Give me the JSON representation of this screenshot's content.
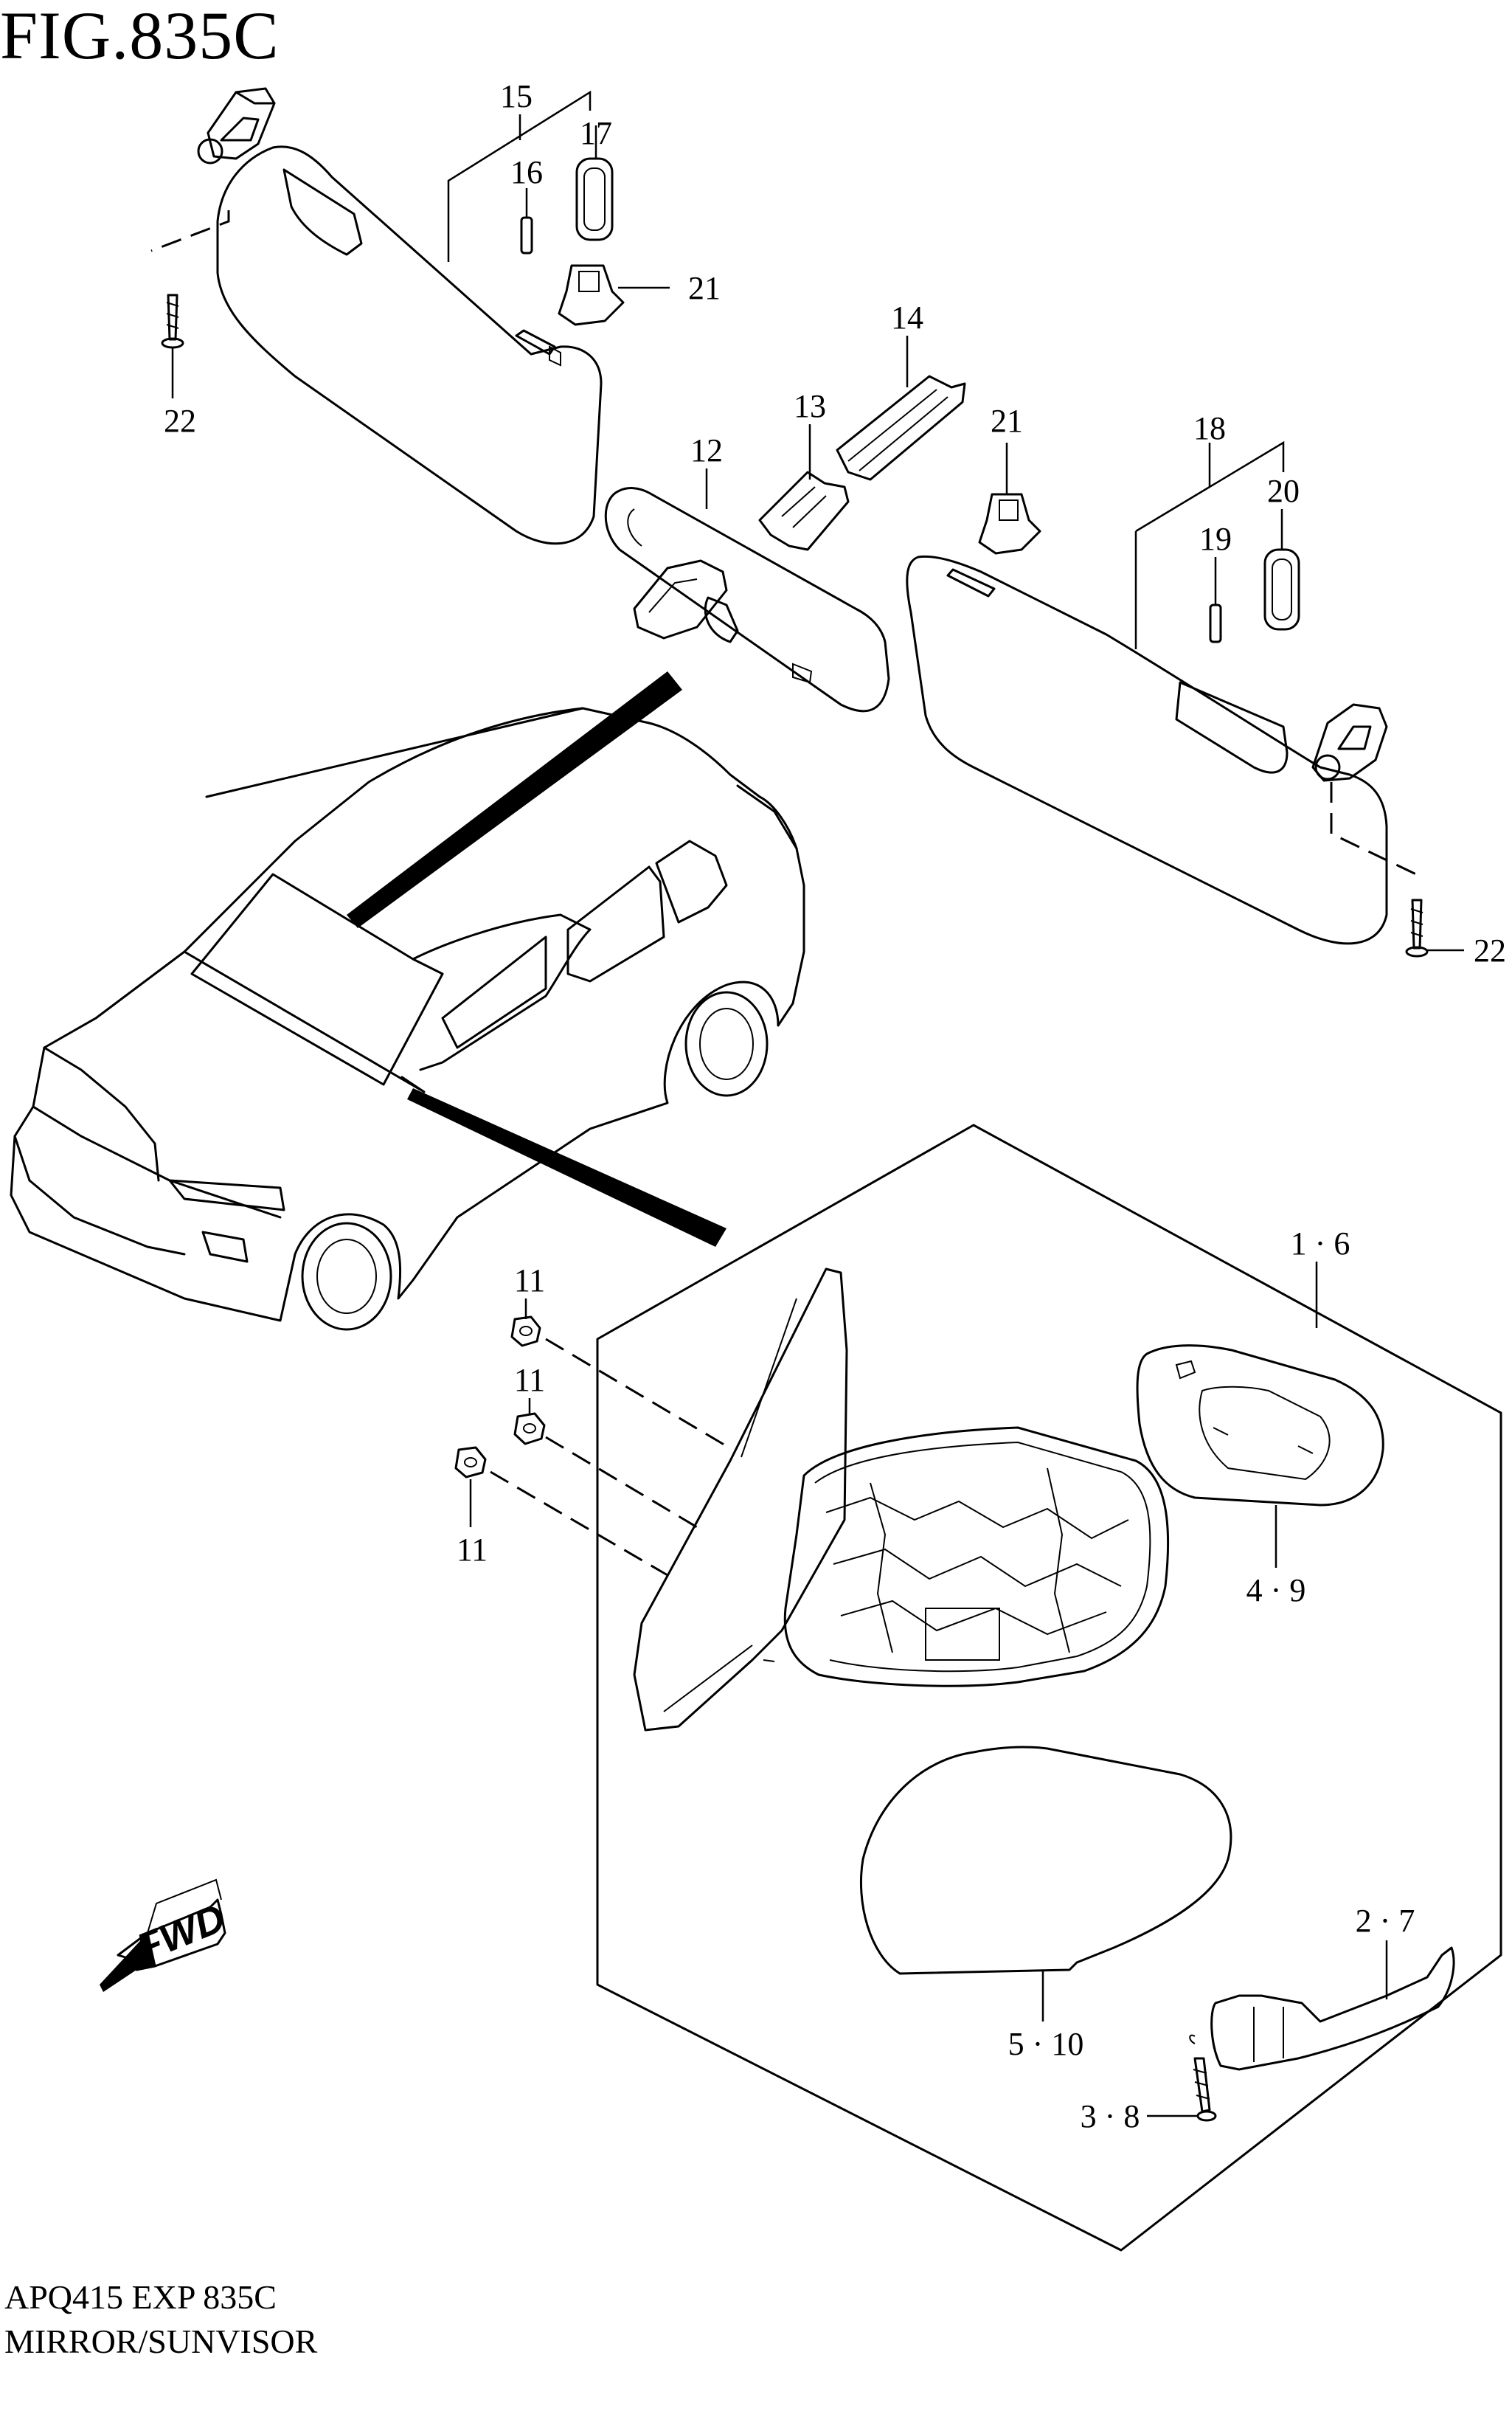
{
  "figure": {
    "title": "FIG.835C",
    "code": "APQ415 EXP 835C",
    "name": "MIRROR/SUNVISOR"
  },
  "direction_badge": {
    "label": "FWD"
  },
  "callouts": [
    {
      "id": "c15",
      "label": "15"
    },
    {
      "id": "c16",
      "label": "16"
    },
    {
      "id": "c17",
      "label": "17"
    },
    {
      "id": "c21a",
      "label": "21"
    },
    {
      "id": "c22a",
      "label": "22"
    },
    {
      "id": "c14",
      "label": "14"
    },
    {
      "id": "c13",
      "label": "13"
    },
    {
      "id": "c12",
      "label": "12"
    },
    {
      "id": "c21b",
      "label": "21"
    },
    {
      "id": "c18",
      "label": "18"
    },
    {
      "id": "c19",
      "label": "19"
    },
    {
      "id": "c20",
      "label": "20"
    },
    {
      "id": "c22b",
      "label": "22"
    },
    {
      "id": "c11a",
      "label": "11"
    },
    {
      "id": "c11b",
      "label": "11"
    },
    {
      "id": "c11c",
      "label": "11"
    },
    {
      "id": "c1_6",
      "label": "1 · 6"
    },
    {
      "id": "c4_9",
      "label": "4 · 9"
    },
    {
      "id": "c2_7",
      "label": "2 · 7"
    },
    {
      "id": "c5_10",
      "label": "5 · 10"
    },
    {
      "id": "c3_8",
      "label": "3 · 8"
    }
  ]
}
